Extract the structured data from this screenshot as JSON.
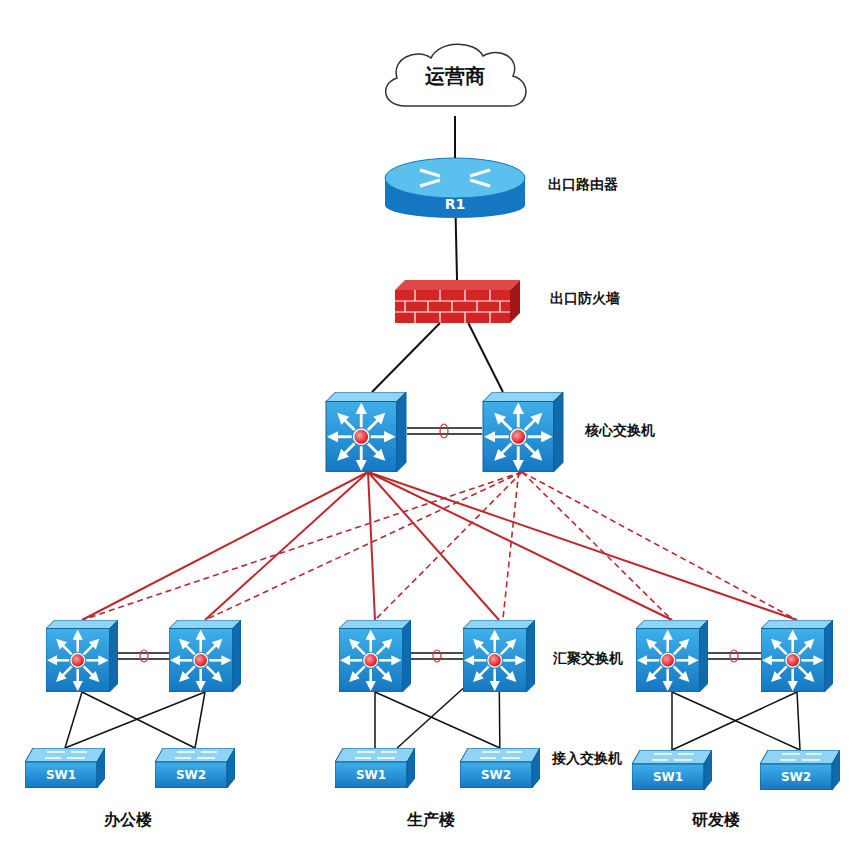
{
  "diagram": {
    "nodes": [
      {
        "text": [
          "运营商"
        ]
      },
      {
        "text": [
          "R1",
          "出口路由器"
        ]
      },
      {
        "text": [
          "出口防火墙"
        ]
      },
      {
        "text": [
          "核心交换机"
        ]
      },
      {
        "text": [
          "汇聚交换机"
        ]
      },
      {
        "text": [
          "SW1"
        ]
      },
      {
        "text": [
          "SW2"
        ]
      },
      {
        "text": [
          "SW1"
        ]
      },
      {
        "text": [
          "SW2",
          "接入交换机"
        ]
      },
      {
        "text": [
          "SW1"
        ]
      },
      {
        "text": [
          "SW2"
        ]
      }
    ],
    "edges": [
      {
        "from": 0,
        "to": 1,
        "arrow": "none"
      },
      {
        "from": 1,
        "to": 2,
        "arrow": "none"
      },
      {
        "from": 2,
        "to": 3,
        "arrow": "none"
      },
      {
        "from": 3,
        "to": 4,
        "arrow": "none"
      },
      {
        "from": 4,
        "to": 7,
        "arrow": "none"
      },
      {
        "from": 4,
        "to": 8,
        "arrow": "none"
      }
    ],
    "labels": [
      "办公楼",
      "生产楼",
      "研发楼"
    ]
  }
}
